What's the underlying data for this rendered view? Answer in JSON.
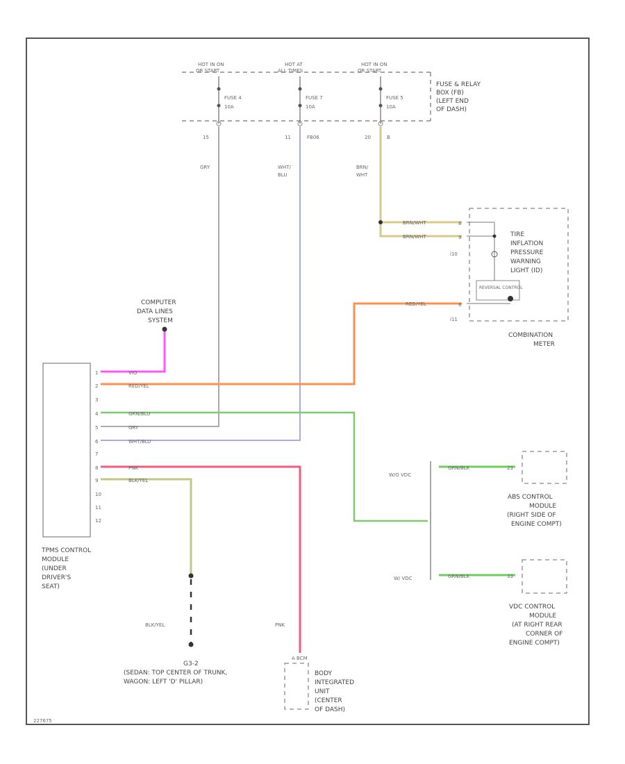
{
  "diagram": {
    "code": "227675",
    "fuse_box": {
      "label": [
        "FUSE & RELAY",
        "BOX (FB)",
        "(LEFT END",
        "OF DASH)"
      ],
      "feeds": [
        {
          "hot": [
            "HOT IN ON",
            "OR START"
          ],
          "fuse": [
            "FUSE 4",
            "10A"
          ],
          "pin": "15",
          "wire": [
            "GRY"
          ]
        },
        {
          "hot": [
            "HOT AT",
            "ALL TIMES"
          ],
          "fuse": [
            "FUSE 7",
            "10A"
          ],
          "pin": "11",
          "connector": "FB06",
          "wire": [
            "WHT/",
            "BLU"
          ]
        },
        {
          "hot": [
            "HOT IN ON",
            "OR START"
          ],
          "fuse": [
            "FUSE 5",
            "10A"
          ],
          "pin": "20",
          "connector": "B",
          "wire": [
            "BRN/",
            "WHT"
          ]
        }
      ]
    },
    "meter": {
      "connector": "i10",
      "connector2": "i11",
      "pin_a": "8",
      "pin_b": "9",
      "pin_c": "8",
      "wire_a": "BRN/WHT",
      "wire_b": "BRN/WHT",
      "wire_c": "RED/YEL",
      "label": [
        "TIRE",
        "INFLATION",
        "PRESSURE",
        "WARNING",
        "LIGHT (ID)"
      ],
      "resistor": "REVERSAL CONTROL",
      "name": [
        "COMBINATION",
        "METER"
      ]
    },
    "data_link": {
      "label": [
        "COMPUTER",
        "DATA LINES",
        "SYSTEM"
      ]
    },
    "tpms": {
      "pins": [
        "1",
        "2",
        "3",
        "4",
        "5",
        "6",
        "7",
        "8",
        "9",
        "10",
        "11",
        "12"
      ],
      "wires": [
        "VIO",
        "RED/YEL",
        "",
        "GRN/BLU",
        "GRY",
        "WHT/BLU",
        "",
        "PNK",
        "BLK/YEL",
        "",
        "",
        ""
      ],
      "label": [
        "TPMS CONTROL",
        "MODULE",
        "(UNDER",
        "DRIVER'S",
        "SEAT)"
      ]
    },
    "ground": {
      "wire": "BLK/YEL",
      "label": [
        "G3-2",
        "(SEDAN: TOP CENTER OF TRUNK,",
        "WAGON: LEFT 'D' PILLAR)"
      ]
    },
    "bcm": {
      "wire": "PNK",
      "connector": "A BCM",
      "label": [
        "BODY",
        "INTEGRATED",
        "UNIT",
        "(CENTER",
        "OF DASH)"
      ]
    },
    "abs": {
      "variant": "W/O VDC",
      "wire": "GRN/BLK",
      "pin": "23",
      "label": [
        "ABS CONTROL",
        "MODULE",
        "(RIGHT SIDE OF",
        "ENGINE COMPT)"
      ]
    },
    "vdc": {
      "variant": "W/ VDC",
      "wire": "GRN/BLK",
      "pin": "33",
      "label": [
        "VDC CONTROL",
        "MODULE",
        "(AT RIGHT REAR",
        "CORNER OF",
        "ENGINE COMPT)"
      ]
    },
    "colors": {
      "vio": "#ff55ff",
      "red_yel": "#ff8f4a",
      "grn_blu": "#7ccb6a",
      "gry": "#aaaaaa",
      "wht_blu": "#a7a7f4",
      "pnk": "#f35c7c",
      "blk_yel": "#c5c585",
      "brn_wht": "#d8c88a",
      "grn_blk": "#6fcf5c",
      "frame": "#555555"
    }
  }
}
